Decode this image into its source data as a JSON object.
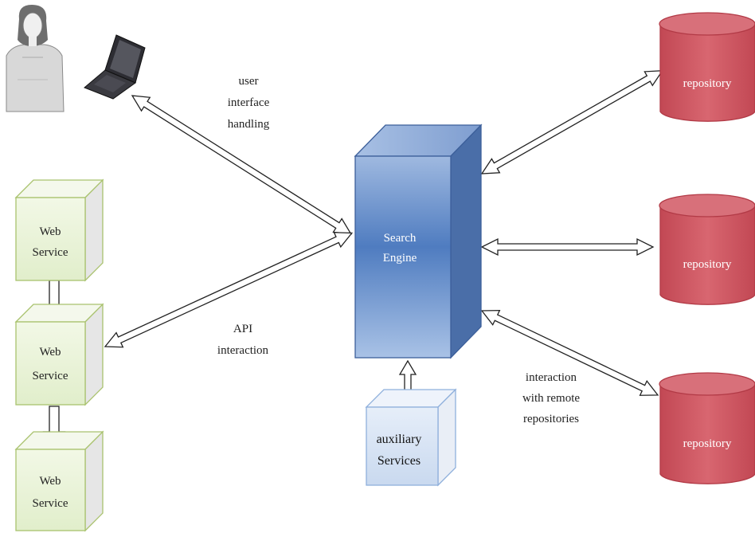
{
  "labels": {
    "user_interface": [
      "user",
      "interface",
      "handling"
    ],
    "api_interaction": [
      "API",
      "interaction"
    ],
    "remote_interaction": [
      "interaction",
      "with remote",
      "repositories"
    ]
  },
  "search_engine": {
    "line1": "Search",
    "line2": "Engine"
  },
  "auxiliary": {
    "line1": "auxiliary",
    "line2": "Services"
  },
  "web_services": [
    {
      "line1": "Web",
      "line2": "Service"
    },
    {
      "line1": "Web",
      "line2": "Service"
    },
    {
      "line1": "Web",
      "line2": "Service"
    }
  ],
  "repositories": [
    {
      "label": "repository"
    },
    {
      "label": "repository"
    },
    {
      "label": "repository"
    }
  ],
  "colors": {
    "engine_front": "#5b86c4",
    "engine_side": "#4b6fa6",
    "web_service_front": "#eaf3d8",
    "web_service_border": "#a9c26e",
    "repository_fill": "#c9505b",
    "repository_border": "#b23a46",
    "aux_front": "#d6e2f2"
  }
}
